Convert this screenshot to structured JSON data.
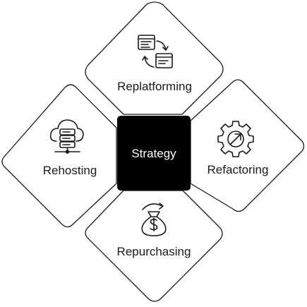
{
  "center": {
    "label": "Strategy"
  },
  "nodes": {
    "top": {
      "label": "Replatforming",
      "icon": "code-window-swap-icon"
    },
    "left": {
      "label": "Rehosting",
      "icon": "cloud-server-icon"
    },
    "right": {
      "label": "Refactoring",
      "icon": "gear-arrow-icon"
    },
    "bottom": {
      "label": "Repurchasing",
      "icon": "money-bag-icon"
    }
  },
  "colors": {
    "center_fill": "#000000",
    "stroke": "#1a1a1a",
    "background": "#ffffff"
  }
}
